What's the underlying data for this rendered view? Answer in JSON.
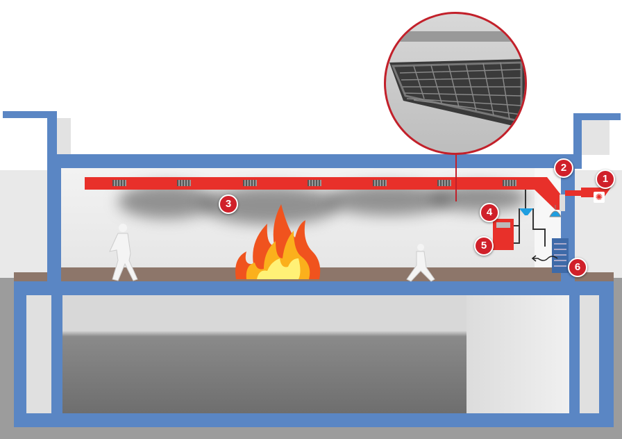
{
  "colors": {
    "structure": "#5a86c4",
    "duct": "#e8302a",
    "badge": "#d0202a"
  },
  "markers": [
    {
      "number": "1"
    },
    {
      "number": "2"
    },
    {
      "number": "3"
    },
    {
      "number": "4"
    },
    {
      "number": "5"
    },
    {
      "number": "6"
    }
  ]
}
